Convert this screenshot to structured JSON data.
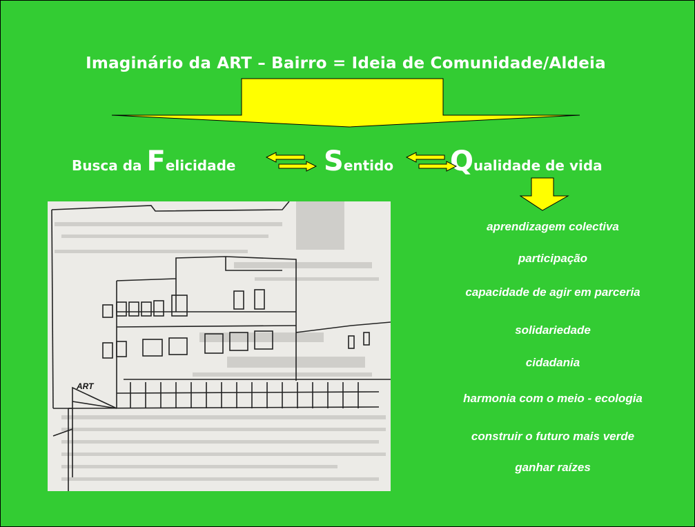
{
  "slide": {
    "background": "#33cc33",
    "title": "Imaginário da ART – Bairro = Ideia de Comunidade/Aldeia",
    "arrow_color": "#ffff00",
    "phrases": [
      {
        "cap": "F",
        "prefix": "Busca da ",
        "rest": "elicidade"
      },
      {
        "cap": "S",
        "prefix": "",
        "rest": "entido"
      },
      {
        "cap": "Q",
        "prefix": "",
        "rest": "ualidade de vida"
      }
    ],
    "photo": {
      "sign_text": "ART"
    },
    "qualities": [
      "aprendizagem colectiva",
      "participação",
      "capacidade de agir em parceria",
      "solidariedade",
      "cidadania",
      "harmonia com o meio - ecologia",
      "construir o futuro mais verde",
      "ganhar raízes"
    ]
  }
}
